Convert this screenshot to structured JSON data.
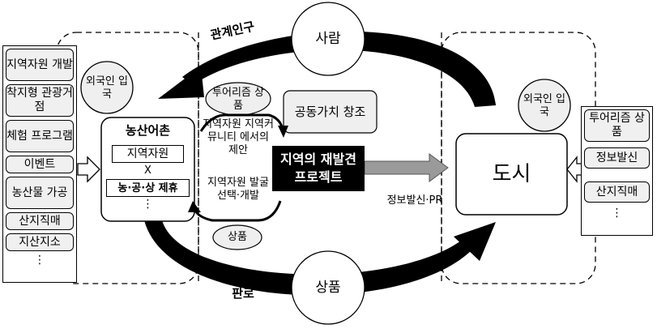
{
  "left_column": {
    "items": [
      "지역자원 개발",
      "착지형 관광거점",
      "체험 프로그램",
      "이벤트",
      "농산물 가공",
      "산지직매",
      "지산지소"
    ],
    "ellipsis": "⋮"
  },
  "right_column": {
    "items": [
      "투어리즘 상품",
      "정보발신",
      "산지직매"
    ],
    "ellipsis": "⋮"
  },
  "village": {
    "title": "농산어촌",
    "resource": "지역자원",
    "cross": "X",
    "partnership": "농·공·상 제휴",
    "ellipsis": "⋮"
  },
  "city": {
    "label": "도시"
  },
  "circles": {
    "person": "사람",
    "product": "상품",
    "foreign_left": "외국인 입국",
    "foreign_right": "외국인 입국"
  },
  "center": {
    "tourism_product": "투어리즘 상품",
    "proposal": "지역자원 지역커뮤니티 에서의 제안",
    "discovery": "지역자원 발굴 선택·개발",
    "small_product": "상품",
    "shared_value": "공동가치 창조",
    "project_title": "지역의 재발견 프로젝트",
    "info_pr": "정보발신·PR"
  },
  "flows": {
    "top": "관계인구",
    "bottom": "판로"
  }
}
